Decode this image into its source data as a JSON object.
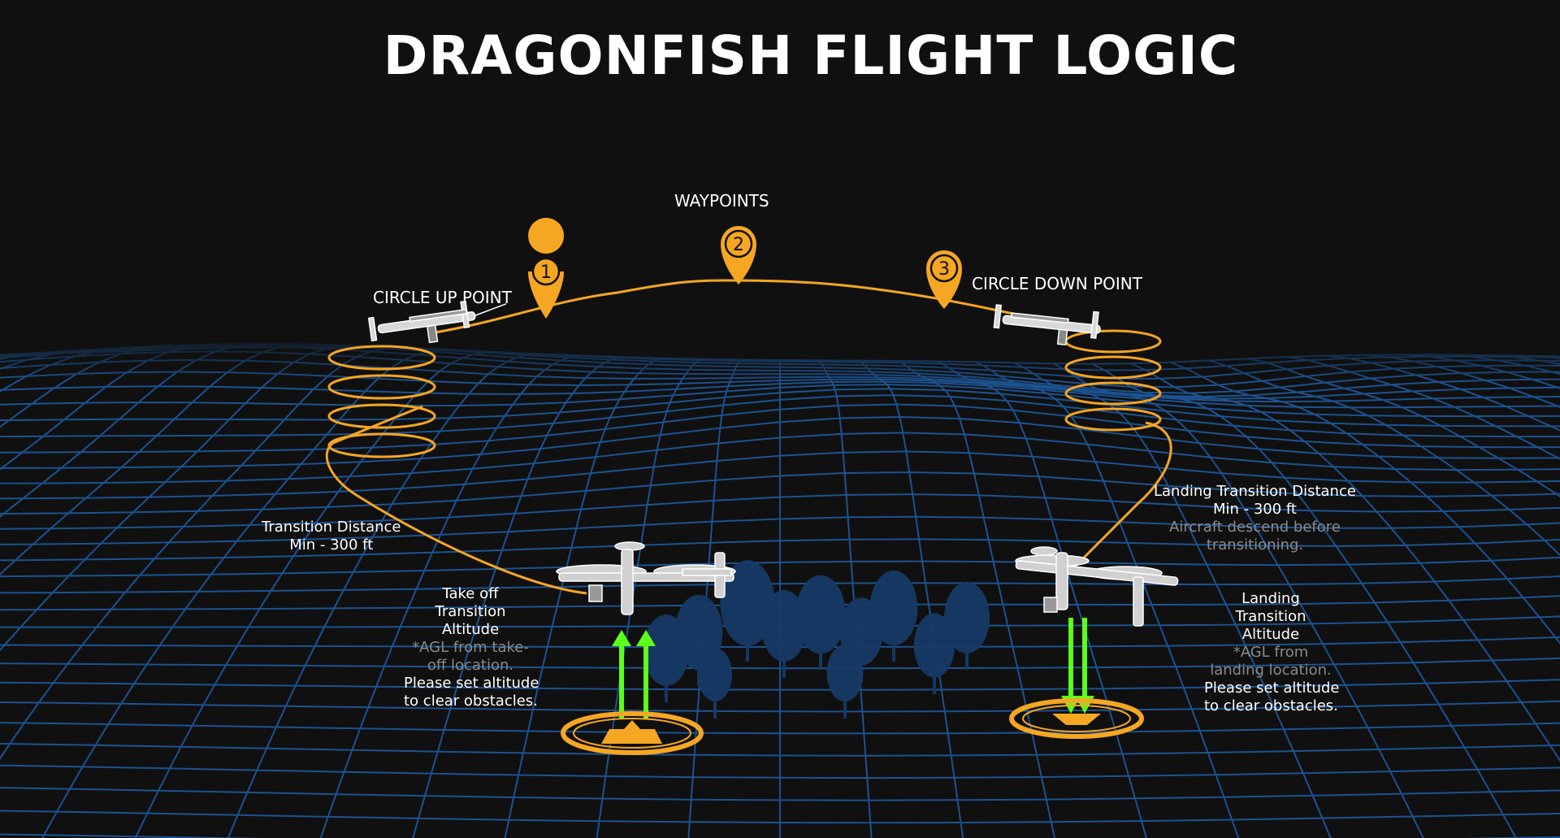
{
  "title": "DRAGONFISH FLIGHT LOGIC",
  "waypoints_label": "WAYPOINTS",
  "circle_up_point": "CIRCLE UP POINT",
  "circle_down_point": "CIRCLE DOWN POINT",
  "waypoint_numbers": [
    "1",
    "2",
    "3"
  ],
  "takeoff_distance": {
    "line1": "Transition Distance",
    "line2": "Min - 300 ft"
  },
  "landing_distance": {
    "line1": "Landing Transition Distance",
    "line2": "Min - 300 ft",
    "note1": "Aircraft descend before",
    "note2": "transitioning."
  },
  "takeoff_altitude": {
    "line1": "Take off",
    "line2": "Transition",
    "line3": "Altitude",
    "note1": "*AGL from take-",
    "note2": "off location.",
    "warn1": "Please set altitude",
    "warn2": "to clear obstacles."
  },
  "landing_altitude": {
    "line1": "Landing",
    "line2": "Transition",
    "line3": "Altitude",
    "note1": "*AGL from",
    "note2": "landing location.",
    "warn1": "Please set altitude",
    "warn2": "to clear obstacles."
  },
  "colors": {
    "background": "#101010",
    "path": "#f5a623",
    "grid": "#1e5a9e",
    "arrow": "#5cff1a",
    "text": "#ffffff",
    "muted_text": "#8a8a8a"
  }
}
